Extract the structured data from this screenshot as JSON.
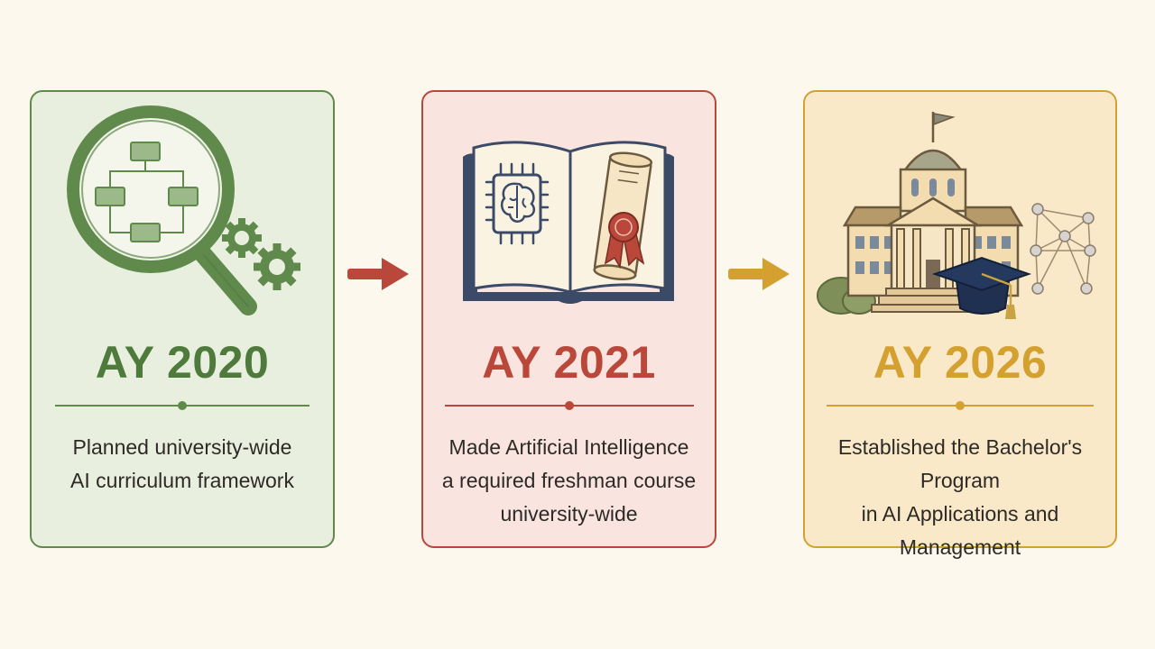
{
  "colors": {
    "background": "#fcf8ee",
    "green": "#5f8a4c",
    "red": "#b9483a",
    "gold": "#d4a131",
    "navy": "#3b4a66"
  },
  "milestones": [
    {
      "year": "AY 2020",
      "description_lines": [
        "Planned university-wide",
        "AI curriculum framework"
      ],
      "icon": "magnifier-flowchart-gears-icon"
    },
    {
      "year": "AY 2021",
      "description_lines": [
        "Made Artificial Intelligence",
        "a required freshman course",
        "university-wide"
      ],
      "icon": "open-book-brain-chip-diploma-icon"
    },
    {
      "year": "AY 2026",
      "description_lines": [
        "Established the Bachelor's Program",
        "in AI Applications and",
        "Management"
      ],
      "icon": "university-building-graduation-cap-network-icon"
    }
  ],
  "arrows": [
    "arrow-right-icon",
    "arrow-right-icon"
  ]
}
